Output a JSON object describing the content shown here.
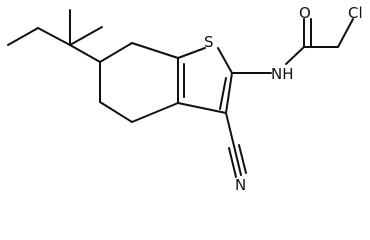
{
  "labels": {
    "chlorine": "Cl",
    "oxygen": "O",
    "sulfur": "S",
    "nh": "NH",
    "nitrogen": "N"
  }
}
